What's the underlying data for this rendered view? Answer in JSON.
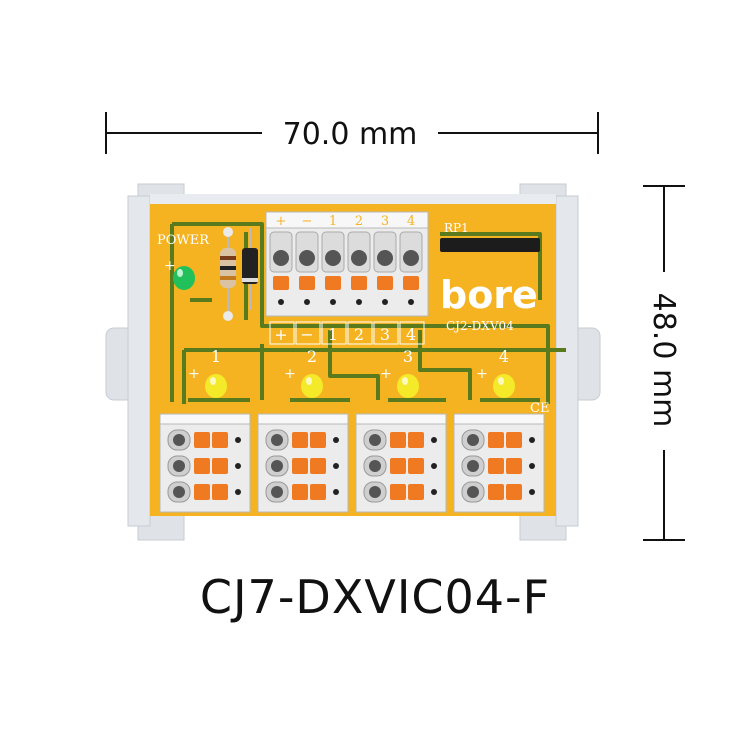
{
  "dimensions": {
    "width_label": "70.0 mm",
    "height_label": "48.0 mm"
  },
  "board": {
    "power_label": "POWER",
    "plus": "+",
    "minus": "−",
    "rp_label": "RP1",
    "brand": "bore",
    "board_code": "CJ2-DXV04",
    "ce_mark": "CE",
    "terminal_labels": [
      "+",
      "−",
      "1",
      "2",
      "3",
      "4"
    ],
    "channels": [
      "1",
      "2",
      "3",
      "4"
    ]
  },
  "model": "CJ7-DXVIC04-F",
  "colors": {
    "pcb": "#f5b321",
    "trace": "#5a7a1e",
    "rail": "#dfe3e8",
    "connector": "#ececec",
    "lever": "#f07a22",
    "led_power": "#22c05a",
    "led_channel": "#f4ea2a"
  }
}
